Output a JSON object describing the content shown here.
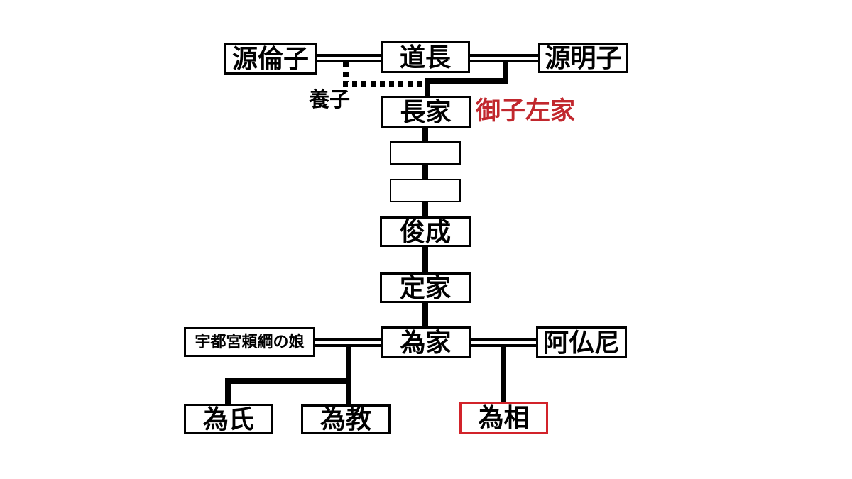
{
  "diagram": {
    "type": "family-tree",
    "nodes": {
      "rinshi": {
        "label": "源倫子"
      },
      "michinaga": {
        "label": "道長"
      },
      "meishi": {
        "label": "源明子"
      },
      "nagaie": {
        "label": "長家"
      },
      "unknown1": {
        "label": ""
      },
      "unknown2": {
        "label": ""
      },
      "shunzei": {
        "label": "俊成"
      },
      "teika": {
        "label": "定家"
      },
      "tameie": {
        "label": "為家"
      },
      "utsunomiya_daughter": {
        "label": "宇都宮頼綱の娘"
      },
      "abutsuni": {
        "label": "阿仏尼"
      },
      "tameuji": {
        "label": "為氏"
      },
      "tamenori": {
        "label": "為教"
      },
      "tamesuke": {
        "label": "為相",
        "highlighted": true
      }
    },
    "annotations": {
      "adoption_label": "養子",
      "family_label": "御子左家"
    },
    "relations": {
      "marriages": [
        [
          "rinshi",
          "michinaga"
        ],
        [
          "michinaga",
          "meishi"
        ],
        [
          "utsunomiya_daughter",
          "tameie"
        ],
        [
          "tameie",
          "abutsuni"
        ]
      ],
      "descent_chain": [
        "nagaie",
        "unknown1",
        "unknown2",
        "shunzei",
        "teika",
        "tameie"
      ],
      "children_left": [
        "tameuji",
        "tamenori"
      ],
      "children_right": [
        "tamesuke"
      ],
      "adoption_dotted_to": "nagaie"
    },
    "colors": {
      "line_black": "#000000",
      "annotation_red": "#c1272d",
      "highlight_border_red": "#d2232a",
      "background": "#ffffff"
    }
  }
}
